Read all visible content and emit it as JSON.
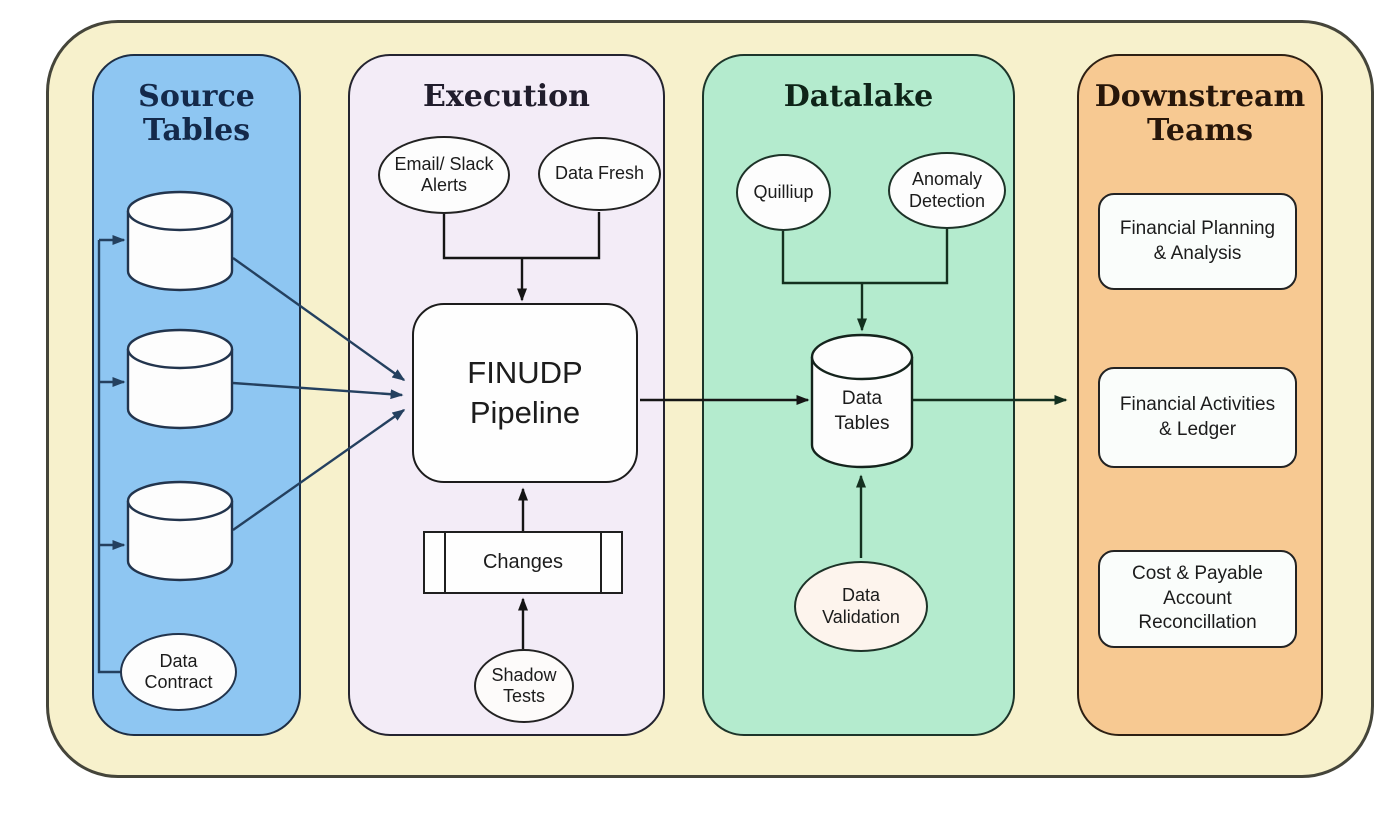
{
  "diagram": {
    "type": "flowchart",
    "frame_fill": "#f7f1cc",
    "columns": [
      {
        "id": "source-tables",
        "label": "Source Tables",
        "fill": "#8ec6f2",
        "title_color": "#14294a"
      },
      {
        "id": "execution",
        "label": "Execution",
        "fill": "#f3ecf7",
        "title_color": "#201d2c"
      },
      {
        "id": "datalake",
        "label": "Datalake",
        "fill": "#b4ebce",
        "title_color": "#0e2418"
      },
      {
        "id": "downstream-teams",
        "label": "Downstream Teams",
        "fill": "#f7c992",
        "title_color": "#27160a"
      }
    ],
    "nodes": {
      "data_contract": "Data Contract",
      "email_slack_alerts": "Email/ Slack Alerts",
      "data_fresh": "Data Fresh",
      "finudp_pipeline": "FINUDP Pipeline",
      "changes": "Changes",
      "shadow_tests": "Shadow Tests",
      "quilliup": "Quilliup",
      "anomaly_detection": "Anomaly Detection",
      "data_tables": "Data Tables",
      "data_validation": "Data Validation",
      "team_1": "Financial Planning & Analysis",
      "team_2": "Financial Activities & Ledger",
      "team_3": "Cost & Payable Account Reconcillation"
    },
    "edges": [
      {
        "from": "data_contract",
        "to": "source_database_1"
      },
      {
        "from": "data_contract",
        "to": "source_database_2"
      },
      {
        "from": "data_contract",
        "to": "source_database_3"
      },
      {
        "from": "source_database_1",
        "to": "finudp_pipeline"
      },
      {
        "from": "source_database_2",
        "to": "finudp_pipeline"
      },
      {
        "from": "source_database_3",
        "to": "finudp_pipeline"
      },
      {
        "from": "email_slack_alerts",
        "to": "finudp_pipeline"
      },
      {
        "from": "data_fresh",
        "to": "finudp_pipeline"
      },
      {
        "from": "shadow_tests",
        "to": "changes"
      },
      {
        "from": "changes",
        "to": "finudp_pipeline"
      },
      {
        "from": "finudp_pipeline",
        "to": "data_tables"
      },
      {
        "from": "quilliup",
        "to": "data_tables"
      },
      {
        "from": "anomaly_detection",
        "to": "data_tables"
      },
      {
        "from": "data_validation",
        "to": "data_tables"
      },
      {
        "from": "data_tables",
        "to": "downstream_teams"
      }
    ],
    "line_colors": {
      "source": "#24405f",
      "execution": "#151515",
      "datalake": "#14301f"
    }
  }
}
